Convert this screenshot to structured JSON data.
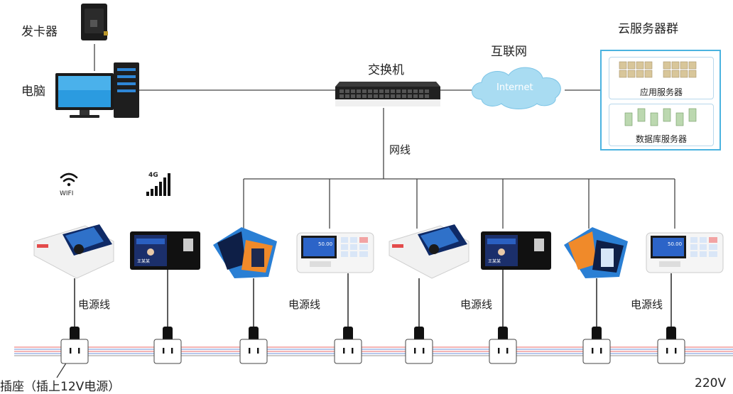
{
  "labels": {
    "card_issuer": "发卡器",
    "computer": "电脑",
    "switch": "交换机",
    "internet_group": "互联网",
    "internet_text": "Internet",
    "cloud_group": "云服务器群",
    "app_servers": "应用服务器",
    "db_servers": "数据库服务器",
    "network_cable": "网线",
    "wifi": "WIFI",
    "signal_4g": "4G",
    "power_cable": "电源线",
    "socket": "插座（插上12V电源）",
    "voltage": "220V"
  },
  "terminal_screens": {
    "amount": "50.00",
    "name": "王某某"
  },
  "colors": {
    "line": "#444444",
    "accent_blue": "#2a7fd4",
    "cloud_border": "#4bb3e0",
    "orange": "#f08a2a",
    "wire_red": "#e06060",
    "wire_blue": "#5a7fd0"
  }
}
